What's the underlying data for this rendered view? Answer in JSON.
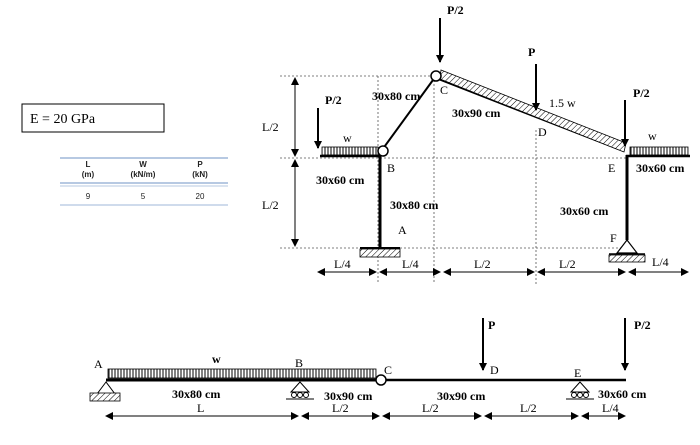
{
  "modulus_box": {
    "text": "E = 20 GPa"
  },
  "table": {
    "headers": [
      {
        "name": "L",
        "unit": "(m)"
      },
      {
        "name": "W",
        "unit": "(kN/m)"
      },
      {
        "name": "P",
        "unit": "(kN)"
      }
    ],
    "values": [
      "9",
      "5",
      "20"
    ],
    "rule_color": "#9fb7d9"
  },
  "frame": {
    "nodes": {
      "A": "A",
      "B": "B",
      "C": "C",
      "D": "D",
      "E": "E",
      "F": "F"
    },
    "loads": {
      "p_half_c": "P/2",
      "p_d": "P",
      "p_half_left": "P/2",
      "p_half_e": "P/2"
    },
    "distributed": {
      "w_left": "w",
      "w_inclined": "1.5 w",
      "w_right": "w"
    },
    "sections": {
      "bc_member": "30x80 cm",
      "cd_member": "30x90 cm",
      "left_cantilever": "30x60 cm",
      "ab_column": "30x80 cm",
      "ef_column": "30x60 cm",
      "right_cantilever": "30x60 cm"
    },
    "dims_vertical": [
      "L/2",
      "L/2"
    ],
    "dims_horizontal": [
      "L/4",
      "L/4",
      "L/2",
      "L/2",
      "L/4"
    ]
  },
  "beam": {
    "nodes": {
      "A": "A",
      "B": "B",
      "C": "C",
      "D": "D",
      "E": "E"
    },
    "loads": {
      "p_d": "P",
      "p_half_end": "P/2"
    },
    "distributed": {
      "w": "w"
    },
    "sections": {
      "ab": "30x80 cm",
      "bc": "30x90 cm",
      "cd": "30x90 cm",
      "ee": "30x60 cm"
    },
    "dims": [
      "L",
      "L/2",
      "L/2",
      "L/2",
      "L/4"
    ]
  }
}
